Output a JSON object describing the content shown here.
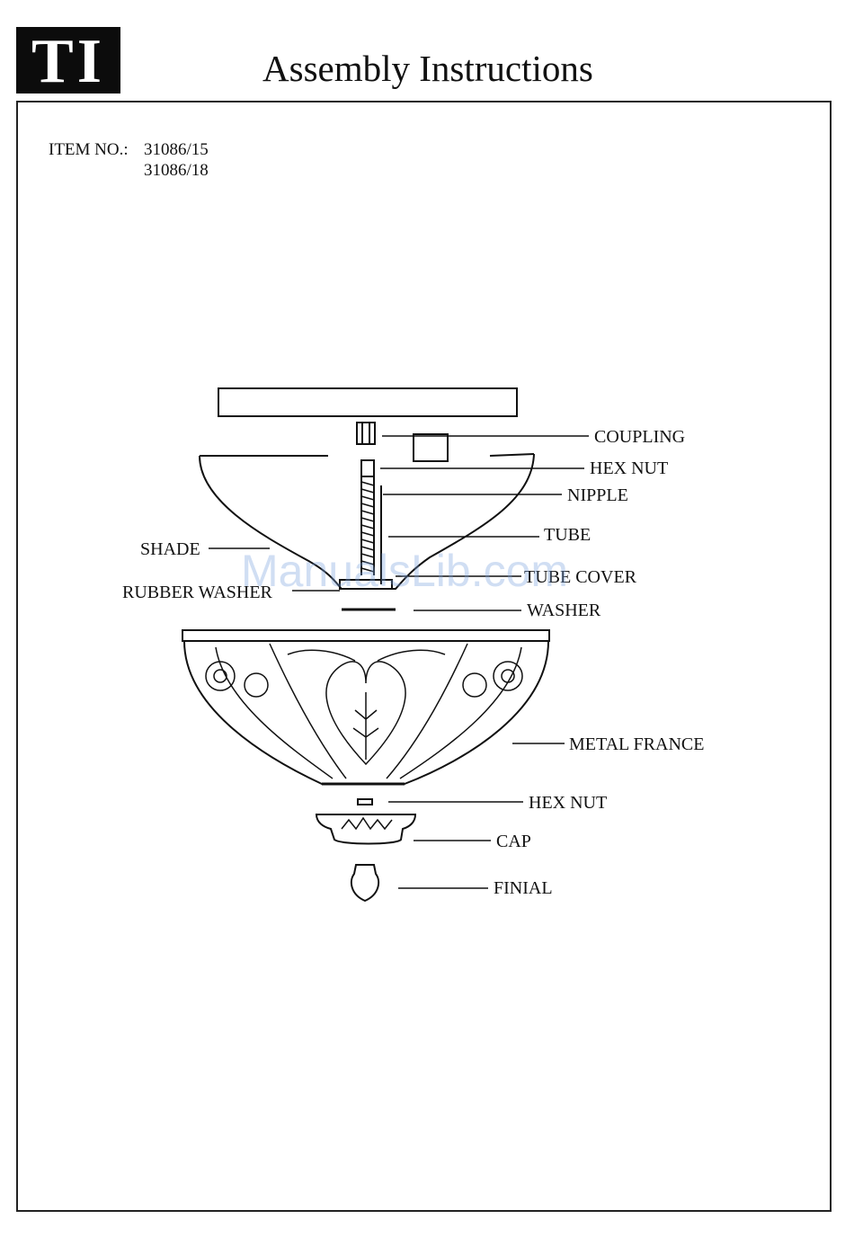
{
  "header": {
    "logo_text": "TI",
    "title": "Assembly Instructions"
  },
  "item": {
    "label": "ITEM NO.:",
    "numbers": [
      "31086/15",
      "31086/18"
    ]
  },
  "parts": {
    "coupling": "COUPLING",
    "hex_nut_top": "HEX NUT",
    "nipple": "NIPPLE",
    "tube": "TUBE",
    "shade": "SHADE",
    "tube_cover": "TUBE COVER",
    "rubber_washer": "RUBBER WASHER",
    "washer": "WASHER",
    "metal_france": "METAL FRANCE",
    "hex_nut_bottom": "HEX NUT",
    "cap": "CAP",
    "finial": "FINIAL"
  },
  "watermark": "ManualsLib.com",
  "colors": {
    "ink": "#111111",
    "logo_bg": "#0c0c0c",
    "watermark": "#78a0dc"
  }
}
